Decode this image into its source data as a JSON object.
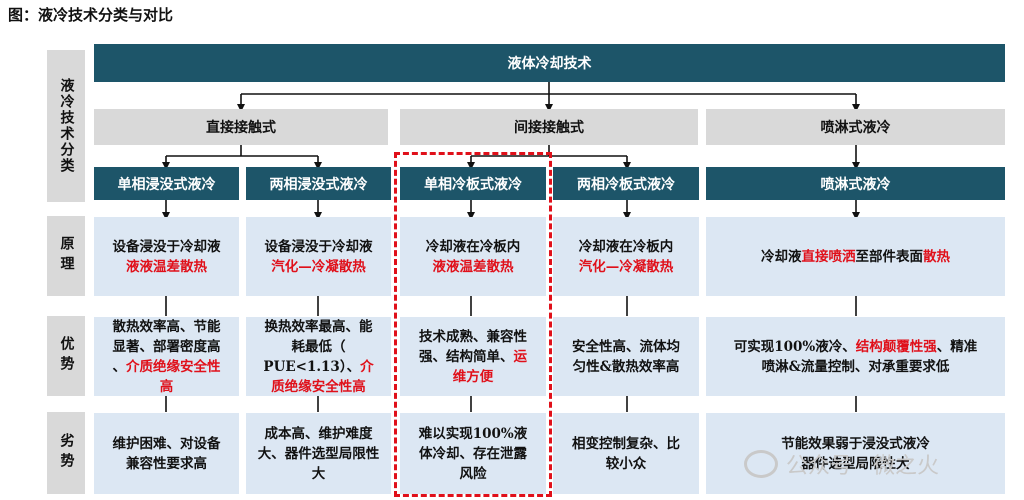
{
  "figure_title": "图：液冷技术分类与对比",
  "side_labels": {
    "classification": "液冷技术分类",
    "principle": "原理",
    "advantages": "优势",
    "disadvantages": "劣势"
  },
  "top_title": "液体冷却技术",
  "categories": [
    "直接接触式",
    "间接接触式",
    "喷淋式液冷"
  ],
  "subtypes": [
    "单相浸没式液冷",
    "两相浸没式液冷",
    "单相冷板式液冷",
    "两相冷板式液冷",
    "喷淋式液冷"
  ],
  "principle": {
    "c1_l1": "设备浸没于冷却液",
    "c1_l2": "液液温差散热",
    "c2_l1": "设备浸没于冷却液",
    "c2_l2": "汽化—冷凝散热",
    "c3_l1": "冷却液在冷板内",
    "c3_l2": "液液温差散热",
    "c4_l1": "冷却液在冷板内",
    "c4_l2": "汽化—冷凝散热",
    "c5_a": "冷却液",
    "c5_b": "直接喷洒",
    "c5_c": "至部件表面",
    "c5_d": "散热"
  },
  "advantages": {
    "c1_l1": "散热效率高、节能",
    "c1_l2": "显著、部署密度高",
    "c1_l3a": "、",
    "c1_l3b": "介质绝缘安全性",
    "c1_l4": "高",
    "c2_l1": "换热效率最高、能",
    "c2_l2": "耗最低（",
    "c2_l3a": "PUE<1.13）、",
    "c2_l3b": "介",
    "c2_l4": "质绝缘安全性高",
    "c3_l1": "技术成熟、兼容性",
    "c3_l2a": "强、结构简单、",
    "c3_l2b": "运",
    "c3_l3": "维方便",
    "c4_l1": "安全性高、流体均",
    "c4_l2": "匀性&散热效率高",
    "c5_l1a": "可实现100%液冷、",
    "c5_l1b": "结构颠覆性强",
    "c5_l1c": "、精准",
    "c5_l2": "喷淋&流量控制、对承重要求低"
  },
  "disadvantages": {
    "c1_l1": "维护困难、对设备",
    "c1_l2": "兼容性要求高",
    "c2_l1": "成本高、维护难度",
    "c2_l2": "大、器件选型局限性",
    "c2_l3": "大",
    "c3_l1": "难以实现100%液",
    "c3_l2": "体冷却、存在泄露",
    "c3_l3": "风险",
    "c4_l1": "相变控制复杂、比",
    "c4_l2": "较小众",
    "c5_l1": "节能效果弱于浸没式液冷",
    "c5_l2": "器件选型局限性大"
  },
  "watermark": "公众号 · 微之火",
  "colors": {
    "header_dark": "#1d5569",
    "category_grey": "#d9d9d9",
    "cell_blue": "#dce7f3",
    "highlight_red": "#e0101a"
  }
}
